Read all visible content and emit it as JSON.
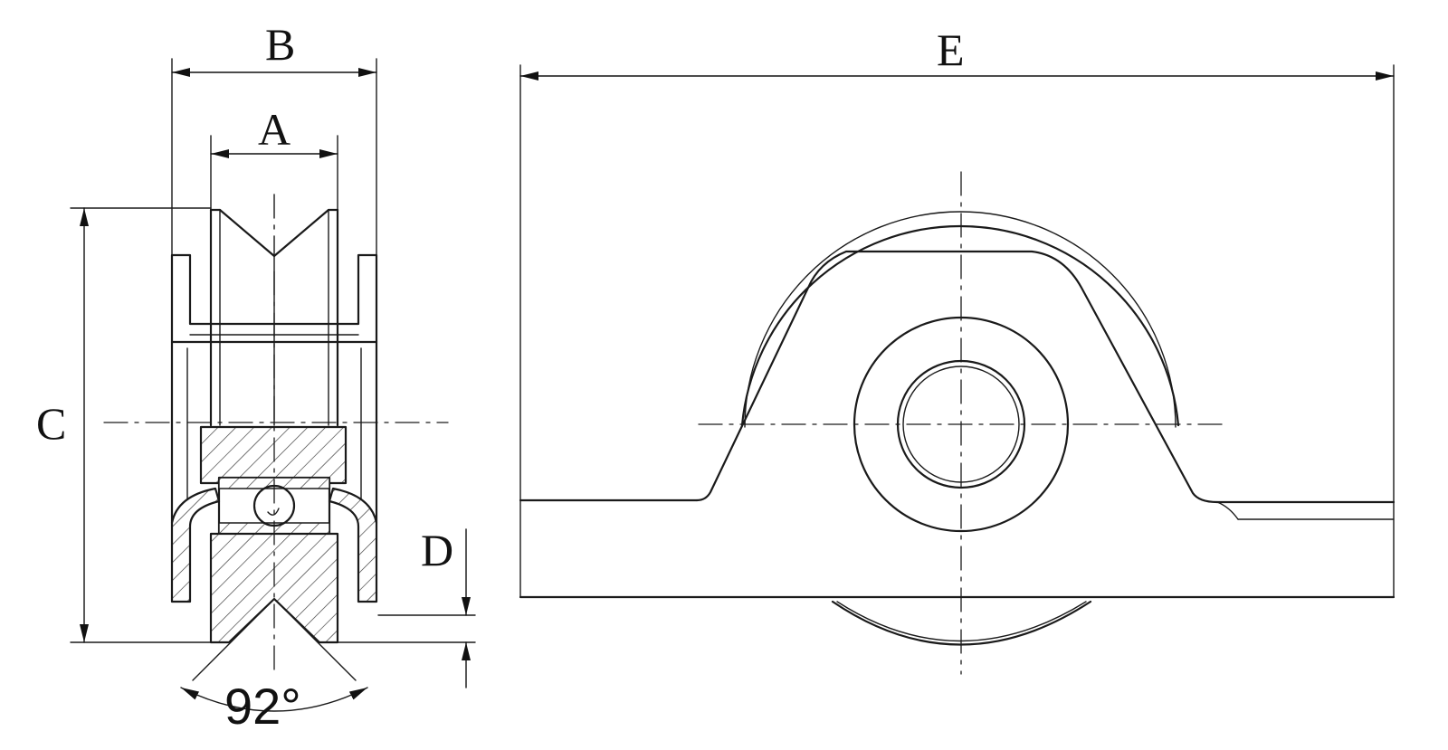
{
  "labels": {
    "A": "A",
    "B": "B",
    "C": "C",
    "D": "D",
    "E": "E",
    "angle": "92°"
  },
  "colors": {
    "line": "#1a1a1a",
    "light_line": "#555555",
    "background": "#ffffff"
  }
}
